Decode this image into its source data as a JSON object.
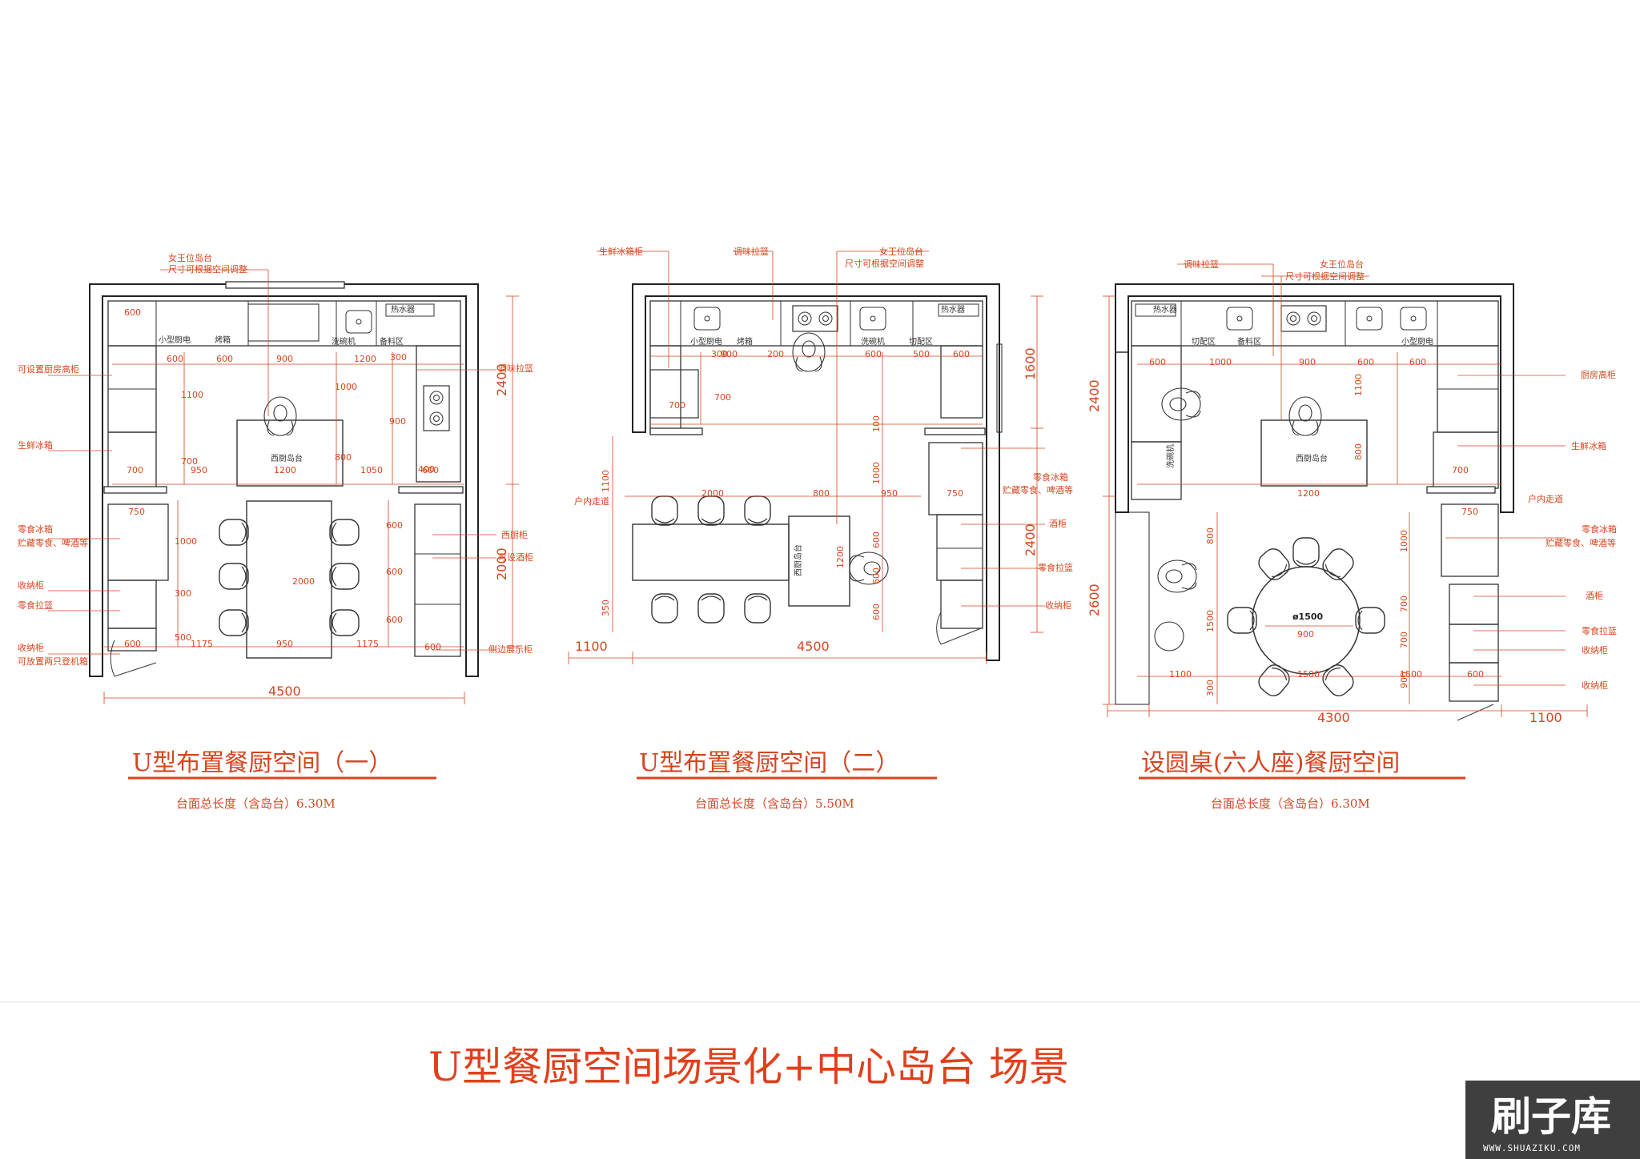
{
  "plan1": {
    "title": "U型布置餐厨空间（一）",
    "subtitle": "台面总长度（含岛台）6.30M",
    "callouts": [
      "女王位岛台",
      "尺寸可根据空间调整",
      "可设置厨房高柜",
      "生鲜冰箱",
      "零食冰箱",
      "贮藏零食、啤酒等",
      "收纳柜",
      "零食拉篮",
      "收纳柜",
      "可放置两只登机箱",
      "调味拉篮",
      "西厨柜",
      "可设酒柜",
      "侧边展示柜"
    ],
    "room_labels": [
      "小型厨电",
      "烤箱",
      "洗碗机",
      "备料区",
      "热水器",
      "西厨岛台"
    ],
    "dims": [
      "600",
      "600",
      "600",
      "900",
      "1200",
      "300",
      "1100",
      "700",
      "700",
      "950",
      "1200",
      "1050",
      "800",
      "1000",
      "900",
      "600",
      "750",
      "1000",
      "300",
      "500",
      "2000",
      "1175",
      "950",
      "1175",
      "600",
      "600",
      "600",
      "600",
      "600",
      "400"
    ],
    "total_dims": {
      "width": "4500",
      "h1": "2400",
      "h2": "2000"
    }
  },
  "plan2": {
    "title": "U型布置餐厨空间（二）",
    "subtitle": "台面总长度（含岛台）5.50M",
    "callouts": [
      "生鲜冰箱柜",
      "调味拉篮",
      "女王位岛台",
      "尺寸可根据空间调整",
      "户内走道",
      "零食冰箱",
      "贮藏零食、啤酒等",
      "酒柜",
      "零食拉篮",
      "收纳柜"
    ],
    "room_labels": [
      "小型厨电",
      "烤箱",
      "洗碗机",
      "切配区",
      "热水器",
      "西厨岛台"
    ],
    "dims": [
      "300",
      "900",
      "200",
      "600",
      "500",
      "600",
      "700",
      "700",
      "1100",
      "2000",
      "800",
      "950",
      "1200",
      "350",
      "100",
      "1000",
      "600",
      "600",
      "600",
      "750"
    ],
    "total_dims": {
      "width": "4500",
      "left": "1100",
      "h1": "1600",
      "h2": "2400"
    }
  },
  "plan3": {
    "title": "设圆桌(六人座)餐厨空间",
    "subtitle": "台面总长度（含岛台）6.30M",
    "callouts": [
      "调味拉篮",
      "女王位岛台",
      "尺寸可根据空间调整",
      "厨房高柜",
      "生鲜冰箱",
      "户内走道",
      "零食冰箱",
      "贮藏零食、啤酒等",
      "酒柜",
      "零食拉篮",
      "收纳柜",
      "收纳柜"
    ],
    "room_labels": [
      "热水器",
      "切配区",
      "备料区",
      "小型厨电",
      "洗碗机",
      "西厨岛台"
    ],
    "table_label": "ø1500",
    "dims": [
      "600",
      "1000",
      "900",
      "600",
      "600",
      "1100",
      "800",
      "700",
      "1200",
      "750",
      "800",
      "1500",
      "900",
      "1100",
      "1500",
      "300",
      "1000",
      "700",
      "700",
      "1500",
      "600",
      "900"
    ],
    "total_dims": {
      "width": "4300",
      "right": "1100",
      "h1": "2400",
      "h2": "2600"
    }
  },
  "main_title": "U型餐厨空间场景化+中心岛台 场景",
  "watermark": {
    "text": "刷子库",
    "url": "WWW.SHUAZIKU.COM"
  },
  "colors": {
    "accent": "#e0401c",
    "line": "#222222",
    "dim": "#d64520"
  }
}
